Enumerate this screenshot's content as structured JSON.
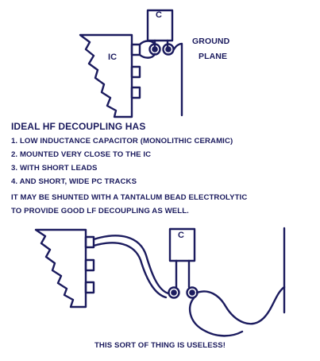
{
  "top_figure": {
    "capacitor_label": "C",
    "ic_label": "IC",
    "ground_plane_label": [
      "GROUND",
      "PLANE"
    ]
  },
  "text": {
    "heading": "IDEAL HF DECOUPLING HAS",
    "items": [
      "1. LOW INDUCTANCE CAPACITOR (MONOLITHIC CERAMIC)",
      "2. MOUNTED VERY CLOSE TO THE IC",
      "3. WITH SHORT LEADS",
      "4. AND SHORT, WIDE PC TRACKS"
    ],
    "note": [
      "IT MAY BE SHUNTED WITH A TANTALUM BEAD ELECTROLYTIC",
      "TO PROVIDE GOOD LF DECOUPLING AS WELL."
    ]
  },
  "bottom_figure": {
    "capacitor_label": "C",
    "caption": "THIS SORT OF THING IS USELESS!"
  },
  "colors": {
    "ink": "#1b1b5e",
    "background": "#ffffff"
  }
}
